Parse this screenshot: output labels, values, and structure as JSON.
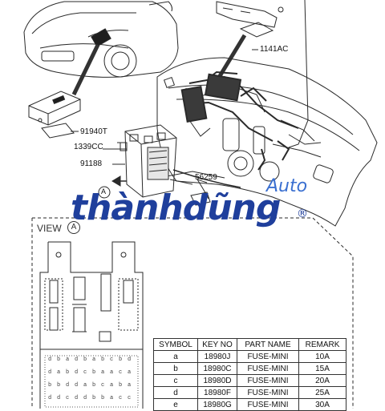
{
  "callouts": {
    "c_1141ac": "1141AC",
    "c_91940t": "91940T",
    "c_1339cc": "1339CC",
    "c_91188": "91188",
    "c_56259": "56259"
  },
  "watermark": {
    "part1": "thành",
    "part2": "dũng",
    "auto": "Auto",
    "registered": "®"
  },
  "view": {
    "label": "VIEW",
    "marker": "A"
  },
  "fuse_table": {
    "headers": [
      "SYMBOL",
      "KEY NO",
      "PART NAME",
      "REMARK"
    ],
    "rows": [
      [
        "a",
        "18980J",
        "FUSE-MINI",
        "10A"
      ],
      [
        "b",
        "18980C",
        "FUSE-MINI",
        "15A"
      ],
      [
        "c",
        "18980D",
        "FUSE-MINI",
        "20A"
      ],
      [
        "d",
        "18980F",
        "FUSE-MINI",
        "25A"
      ],
      [
        "e",
        "18980G",
        "FUSE-MINI",
        "30A"
      ]
    ]
  },
  "fuse_letters": {
    "row1": [
      "d",
      "b",
      "a",
      "d",
      "b",
      "a",
      "b",
      "c",
      "b",
      "d"
    ],
    "row2": [
      "d",
      "a",
      "b",
      "d",
      "c",
      "b",
      "a",
      "a",
      "c",
      "a"
    ],
    "row3": [
      "b",
      "b",
      "d",
      "d",
      "a",
      "b",
      "c",
      "a",
      "b",
      "a"
    ],
    "row4": [
      "d",
      "d",
      "c",
      "d",
      "d",
      "b",
      "b",
      "a",
      "c",
      "c"
    ]
  },
  "colors": {
    "line": "#2a2a2a",
    "watermark_blue": "#1f3f9c",
    "watermark_light": "#3a6fd0"
  }
}
